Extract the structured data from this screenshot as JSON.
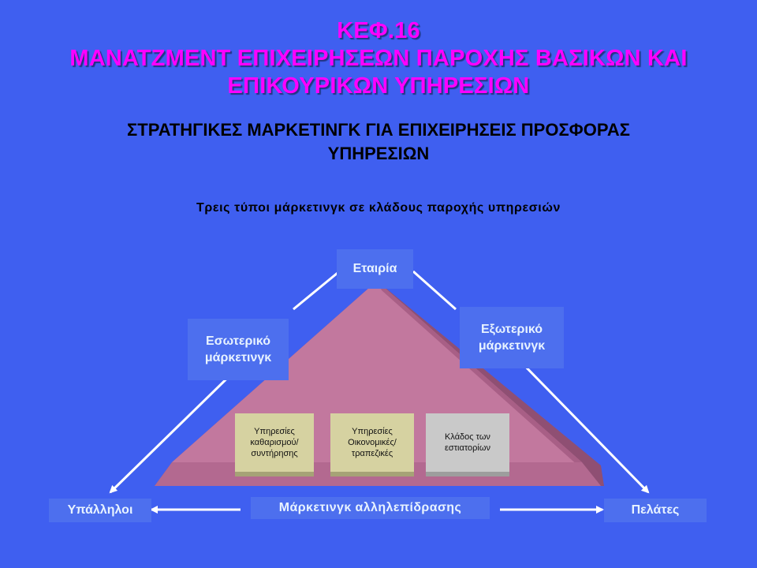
{
  "title": {
    "lines": [
      "ΚΕΦ.16",
      "ΜΑΝΑΤΖΜΕΝΤ ΕΠΙΧΕΙΡΗΣΕΩΝ ΠΑΡΟΧΗΣ ΒΑΣΙΚΩΝ ΚΑΙ",
      "ΕΠΙΚΟΥΡΙΚΩΝ ΥΠΗΡΕΣΙΩΝ"
    ],
    "color": "#ff00ff"
  },
  "subtitle": {
    "lines": [
      "ΣΤΡΑΤΗΓΙΚΕΣ ΜΑΡΚΕΤΙΝΓΚ ΓΙΑ ΕΠΙΧΕΙΡΗΣΕΙΣ ΠΡΟΣΦΟΡΑΣ",
      "ΥΠΗΡΕΣΙΩΝ"
    ]
  },
  "caption": "Τρεις τύποι μάρκετινγκ σε κλάδους παροχής υπηρεσιών",
  "diagram": {
    "company": "Εταιρία",
    "internal_marketing": [
      "Εσωτερικό",
      "μάρκετινγκ"
    ],
    "external_marketing": [
      "Εξωτερικό",
      "μάρκετινγκ"
    ],
    "employees": "Υπάλληλοι",
    "interactive_marketing": "Μάρκετινγκ αλληλεπίδρασης",
    "customers": "Πελάτες",
    "sectors": [
      [
        "Υπηρεσίες",
        "καθαρισμού/",
        "συντήρησης"
      ],
      [
        "Υπηρεσίες",
        "Οικονομικές/",
        "τραπεζικές"
      ],
      [
        "Κλάδος των",
        "εστιατορίων"
      ]
    ]
  },
  "colors": {
    "background": "#3f5ff0",
    "triangle": "#c2789e",
    "node_box": "#4d6fee",
    "sector_box": "#d6d2a1",
    "sector_box_alt": "#c9c9c9"
  }
}
